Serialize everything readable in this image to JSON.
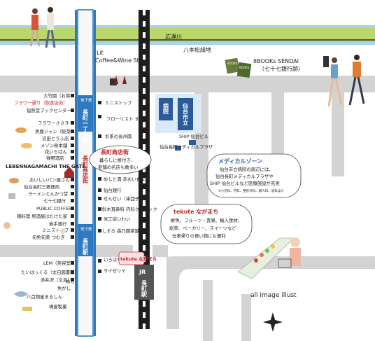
{
  "roads": {
    "hirosegawa": "広瀬川",
    "hachimanmatsu": "八本松緑地"
  },
  "stations": {
    "subway_ichome_tag": "地下鉄",
    "subway_ichome": "長町一丁目駅",
    "subway_nagamachi_tag": "地下鉄",
    "subway_nagamachi": "長町駅",
    "jr_tag": "JR",
    "jr_name": "長町駅"
  },
  "shopping_street": "長町商店街",
  "left_shops_top": [
    "大竹園（お茶）",
    "フラワー通り（飲食店街）",
    "協照堂ブックセンター"
  ],
  "left_shops_mid": [
    "フラワーささき",
    "男鹿ジャン（総菜）",
    "沼田とうふ店",
    "メゾン粉本舗",
    "花いちばん",
    "禅野酒店"
  ],
  "gate_name": "LEBENNAGAMACHI THE GATE",
  "left_shops_low": [
    "おいしいパン屋さん",
    "仙台長町三郷便局",
    "ラーメンとんかつ堂",
    "七十七銀行",
    "PUBLIC COFFEE",
    "鶏料理 居酒屋はたけた家",
    "岩手銀行",
    "ミニストップ",
    "旬魚旬菜 つむぎ"
  ],
  "left_shops_bottom": [
    "LEM（美容室）",
    "たいはっくる（太白図書館）",
    "赤井沢（文具）",
    "ぬし",
    "八百物屋まるしん",
    "魚がし",
    "鳩屋製菓"
  ],
  "right_of_street": [
    "ミニストップ",
    "フローリスト すずき",
    "お茶の長州園"
  ],
  "right_of_street_low": [
    "めしと酒 あおい食堂",
    "仙台銀行",
    "せんせい（串団子）",
    "鈴木耳鼻科 内科クリニック",
    "米工房いわい",
    "しずる 森乃園茶舗"
  ],
  "near_station": [
    "いろはや（画廊）",
    "サイゼリヤ"
  ],
  "top_places": {
    "lit": "Lit",
    "lit_sub": "Coffee&Wine Stand",
    "books": "8BOOKs SENDAI",
    "books_sub": "（七十七銀行跡）",
    "book_logo_1": "BOOKS",
    "book_logo_2": "BOOKS"
  },
  "hospital": {
    "label": "病院",
    "name": "仙台市立",
    "ship": "SHIP 仙台ビル",
    "plaza": "仙台長町メディカルプラザ"
  },
  "callout_street": {
    "title": "長町商店街",
    "body": [
      "暮らしに根付き、",
      "老舗の名店も数多い"
    ]
  },
  "callout_medical": {
    "title": "メディカルゾーン",
    "body": [
      "仙台市立病院の周辺には、",
      "仙台長町メディカルプラザや",
      "SHIP 仙台ビルなど医療施設が充実"
    ],
    "note": "※小児科、内科、整形外科、婦人科、歯科ほか"
  },
  "callout_tekute": {
    "title": "tekute ながまち",
    "body": [
      "鮮魚、フルーツ・青果、輸入食材、",
      "総菜、ベーカリー、スイーツなど",
      "仕事帰りの買い物にも便利"
    ]
  },
  "tekute_label": "tekute ながまち",
  "credit": "all image illust",
  "colors": {
    "river": "#b9d76a",
    "river_blue": "#a9d1ec",
    "road": "#d3d3d3",
    "subway": "#2e7ac0",
    "rail": "#1e1e1e",
    "accent": "#c0282d",
    "hospital": "#2a5b9b"
  }
}
